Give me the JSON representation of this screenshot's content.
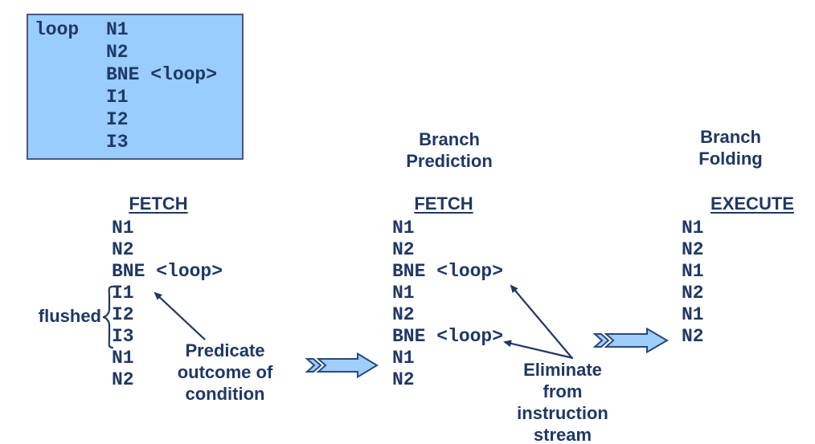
{
  "colors": {
    "text_navy": "#1F3864",
    "box_fill": "#99CCFF",
    "box_border": "#4A567E",
    "block_arrow_fill": "#9FCEFA",
    "block_arrow_border": "#28497C"
  },
  "code_box": {
    "label": "loop",
    "instructions": [
      "N1",
      "N2",
      "BNE <loop>",
      "I1",
      "I2",
      "I3"
    ]
  },
  "columns": [
    {
      "heading": "FETCH",
      "items": [
        "N1",
        "N2",
        "BNE <loop>",
        "I1",
        "I2",
        "I3",
        "N1",
        "N2"
      ]
    },
    {
      "title_lines": [
        "Branch",
        "Prediction"
      ],
      "heading": "FETCH",
      "items": [
        "N1",
        "N2",
        "BNE <loop>",
        "N1",
        "N2",
        "BNE <loop>",
        "N1",
        "N2"
      ]
    },
    {
      "title_lines": [
        "Branch",
        "Folding"
      ],
      "heading": "EXECUTE",
      "items": [
        "N1",
        "N2",
        "N1",
        "N2",
        "N1",
        "N2"
      ]
    }
  ],
  "annotations": {
    "flushed": "flushed",
    "predicate_lines": [
      "Predicate",
      "outcome of",
      "condition"
    ],
    "eliminate_lines": [
      "Eliminate",
      "from",
      "instruction",
      "stream"
    ]
  }
}
